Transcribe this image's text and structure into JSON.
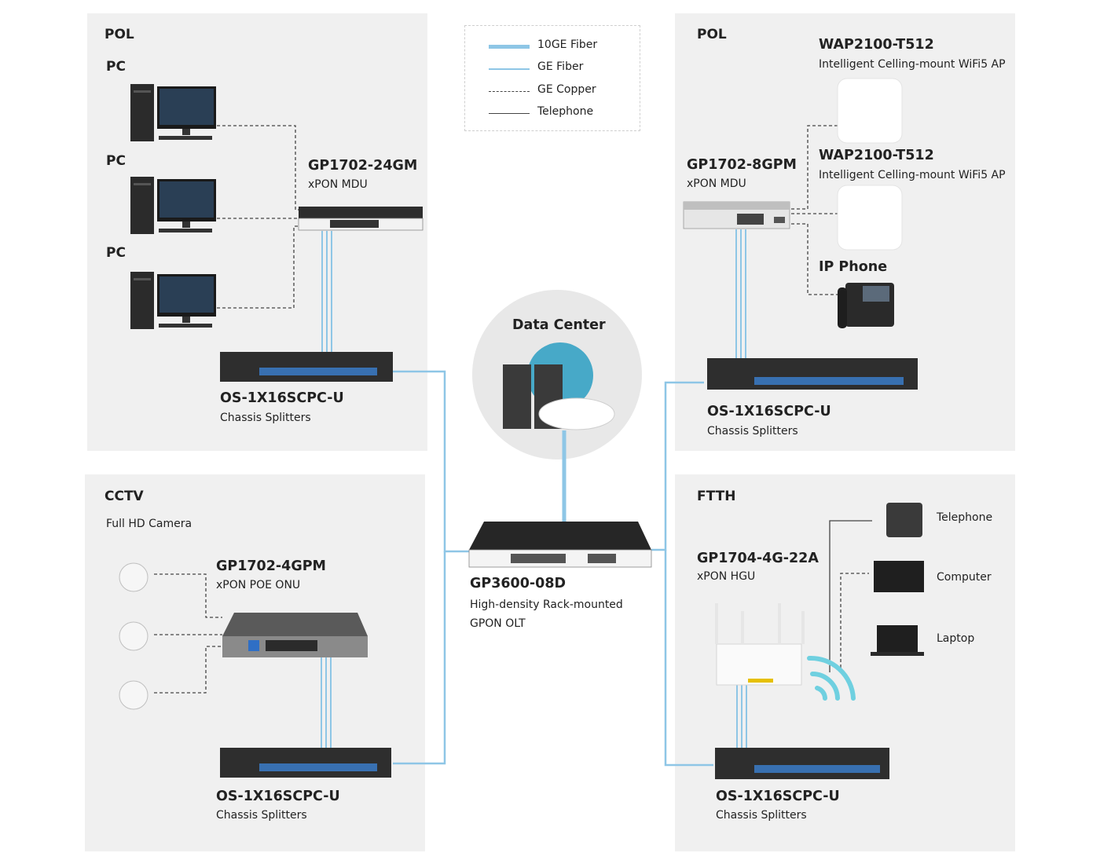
{
  "colors": {
    "panel": "#f0f0f0",
    "fiber": "#8ec6e6",
    "fiber_thick": "#8ec6e6",
    "copper": "#444444",
    "wifi": "#6fd0e0"
  },
  "legend": {
    "items": [
      {
        "label": "10GE Fiber"
      },
      {
        "label": "GE Fiber"
      },
      {
        "label": "GE Copper"
      },
      {
        "label": "Telephone"
      }
    ]
  },
  "pol_left": {
    "section": "POL",
    "pcs": [
      "PC",
      "PC",
      "PC"
    ],
    "mdu": {
      "name": "GP1702-24GM",
      "desc": "xPON MDU"
    },
    "splitter": {
      "name": "OS-1X16SCPC-U",
      "desc": "Chassis  Splitters"
    }
  },
  "pol_right": {
    "section": "POL",
    "ap1": {
      "name": "WAP2100-T512",
      "desc": "Intelligent Celling-mount WiFi5 AP"
    },
    "ap2": {
      "name": "WAP2100-T512",
      "desc": "Intelligent Celling-mount WiFi5 AP"
    },
    "mdu": {
      "name": "GP1702-8GPM",
      "desc": "xPON MDU"
    },
    "phone": {
      "name": "IP Phone"
    },
    "splitter": {
      "name": "OS-1X16SCPC-U",
      "desc": "Chassis  Splitters"
    }
  },
  "center": {
    "datacenter": "Data Center",
    "olt": {
      "name": "GP3600-08D",
      "desc1": "High-density Rack-mounted",
      "desc2": "GPON OLT"
    }
  },
  "cctv": {
    "section": "CCTV",
    "camera": "Full HD Camera",
    "onu": {
      "name": "GP1702-4GPM",
      "desc": "xPON POE ONU"
    },
    "splitter": {
      "name": "OS-1X16SCPC-U",
      "desc": "Chassis  Splitters"
    }
  },
  "ftth": {
    "section": "FTTH",
    "hgu": {
      "name": "GP1704-4G-22A",
      "desc": "xPON HGU"
    },
    "devices": [
      "Telephone",
      "Computer",
      "Laptop"
    ],
    "splitter": {
      "name": "OS-1X16SCPC-U",
      "desc": "Chassis  Splitters"
    }
  }
}
